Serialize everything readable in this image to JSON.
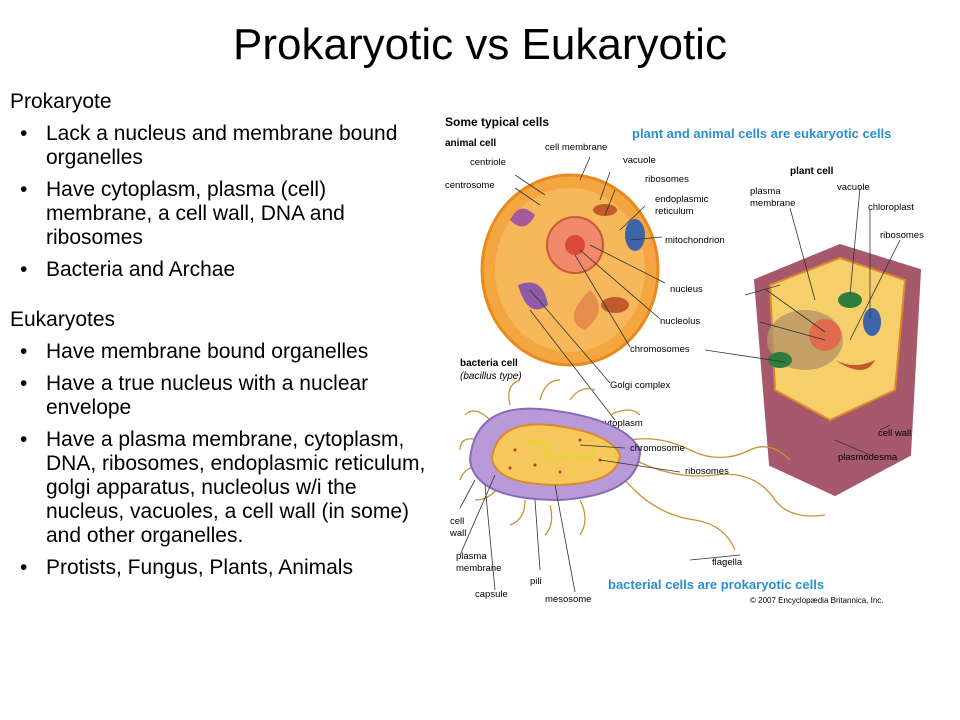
{
  "title": "Prokaryotic vs Eukaryotic",
  "prokaryote": {
    "heading": "Prokaryote",
    "bullets": [
      "Lack a nucleus and membrane bound organelles",
      "Have cytoplasm, plasma (cell) membrane, a cell wall, DNA and ribosomes",
      "Bacteria and Archae"
    ]
  },
  "eukaryote": {
    "heading": "Eukaryotes",
    "bullets": [
      "Have membrane bound organelles",
      "Have a true nucleus with a nuclear envelope",
      "Have a plasma membrane, cytoplasm, DNA, ribosomes, endoplasmic reticulum, golgi apparatus, nucleolus w/i the nucleus, vacuoles, a cell wall (in some) and other organelles.",
      "Protists, Fungus, Plants, Animals"
    ]
  },
  "bullet_glyph": "•",
  "figure": {
    "heading": "Some typical cells",
    "caption_euk": "plant and animal cells are eukaryotic cells",
    "caption_prok": "bacterial cells are prokaryotic cells",
    "copyright": "© 2007 Encyclopædia Britannica, Inc.",
    "animal_label": "animal cell",
    "plant_label": "plant cell",
    "bacteria_label": "bacteria cell",
    "bacteria_sub": "(bacillus type)",
    "labels": {
      "cell_membrane": "cell membrane",
      "centriole": "centriole",
      "centrosome": "centrosome",
      "vacuole": "vacuole",
      "ribosomes": "ribosomes",
      "er_1": "endoplasmic",
      "er_2": "reticulum",
      "mitochondrion": "mitochondrion",
      "nucleus": "nucleus",
      "nucleolus": "nucleolus",
      "chromosomes": "chromosomes",
      "golgi": "Golgi complex",
      "cytoplasm": "cytoplasm",
      "plasma_membrane_1": "plasma",
      "plasma_membrane_2": "membrane",
      "vacuole_plant": "vacuole",
      "chloroplast": "chloroplast",
      "ribosomes_plant": "ribosomes",
      "cell_wall": "cell wall",
      "plasmodesma": "plasmodesma",
      "chromosome": "chromosome",
      "ribosomes_bact": "ribosomes",
      "cell_wall_bact_1": "cell",
      "cell_wall_bact_2": "wall",
      "plasma_bact_1": "plasma",
      "plasma_bact_2": "membrane",
      "pili": "pili",
      "capsule": "capsule",
      "mesosome": "mesosome",
      "flagella": "flagella"
    },
    "colors": {
      "caption": "#2b8fce",
      "animal_cell": "#f4a641",
      "animal_edge": "#e88a1e",
      "plant_wall": "#a5596b",
      "bacteria_capsule": "#b89ad8",
      "bacteria_inner": "#f6c75a"
    }
  }
}
